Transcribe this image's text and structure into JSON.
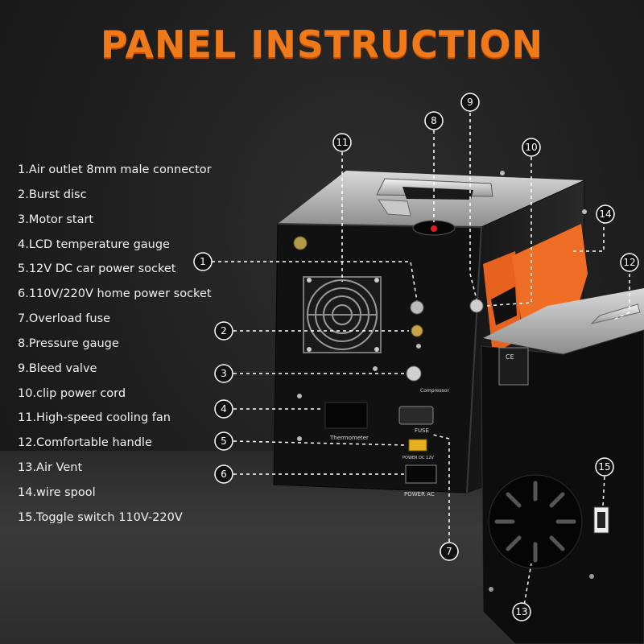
{
  "title": "PANEL INSTRUCTION",
  "legend": [
    "1.Air outlet 8mm male connector",
    "2.Burst disc",
    "3.Motor start",
    "4.LCD temperature gauge",
    "5.12V DC car power socket",
    "6.110V/220V home power socket",
    "7.Overload fuse",
    "8.Pressure gauge",
    "9.Bleed valve",
    "10.clip power cord",
    "11.High-speed cooling fan",
    "12.Comfortable handle",
    "13.Air Vent",
    "14.wire spool",
    "15.Toggle switch 110V-220V"
  ],
  "callouts": [
    "1",
    "2",
    "3",
    "4",
    "5",
    "6",
    "7",
    "8",
    "9",
    "10",
    "11",
    "12",
    "13",
    "14",
    "15"
  ],
  "panel_labels": {
    "compressor": "Compressor",
    "thermometer": "Thermometer",
    "fuse": "FUSE",
    "power_dc": "POWER DC 12V",
    "power_ac": "POWER AC",
    "ce": "CE"
  },
  "colors": {
    "title": "#f07a1a",
    "clip": "#e8621f",
    "indicator": "#e02020"
  }
}
